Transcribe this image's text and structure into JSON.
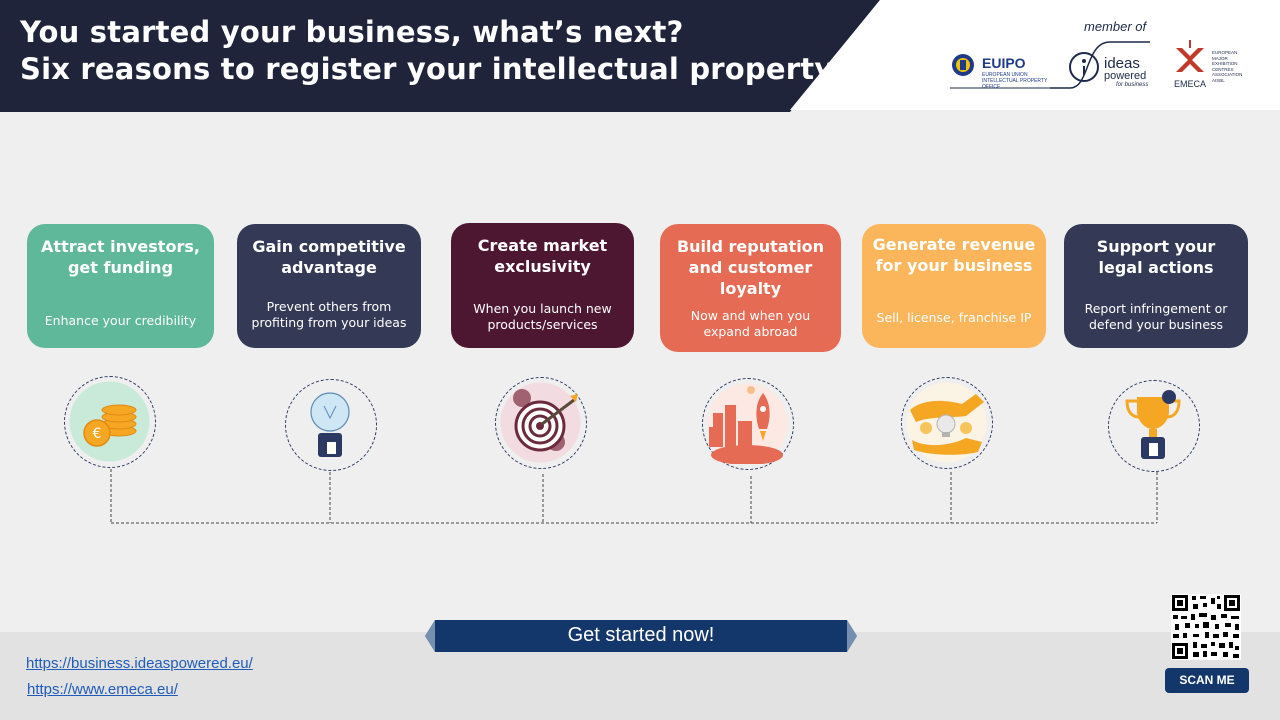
{
  "header": {
    "title_line1": "You started your business, what’s next?",
    "title_line2": "Six reasons to register your intellectual property",
    "bg_color": "#20243a"
  },
  "logos": {
    "member_of": "member of",
    "euipo": "EUIPO",
    "euipo_sub": "EUROPEAN UNION INTELLECTUAL PROPERTY OFFICE",
    "ideas": "ideas",
    "powered": "powered",
    "for_business": "for business",
    "emeca": "EMECA",
    "emeca_sub": "EUROPEAN MAJOR EXHIBITION CENTRES ASSOCIATION AISBL"
  },
  "cards": [
    {
      "title": "Attract investors, get funding",
      "desc": "Enhance your credibility",
      "color": "#5fb899",
      "icon": "euro-coins-icon"
    },
    {
      "title": "Gain competitive advantage",
      "desc": "Prevent others from profiting from your ideas",
      "color": "#343955",
      "icon": "lightbulb-icon"
    },
    {
      "title": "Create market exclusivity",
      "desc": "When you launch new products/services",
      "color": "#4e1731",
      "icon": "target-gears-icon"
    },
    {
      "title": "Build reputation and customer loyalty",
      "desc": "Now and when you expand abroad",
      "color": "#e56b54",
      "icon": "rocket-city-icon"
    },
    {
      "title": "Generate revenue for your business",
      "desc": "Sell,  license,  franchise  IP",
      "color": "#fbb55b",
      "icon": "hands-gears-icon"
    },
    {
      "title": "Support your legal actions",
      "desc": "Report infringement  or defend your business",
      "color": "#343955",
      "icon": "trophy-icon"
    }
  ],
  "footer": {
    "cta": "Get started now!",
    "cta_color": "#14376b",
    "link1": "https://business.ideaspowered.eu/",
    "link2": "https://www.emeca.eu/",
    "scan_me": "SCAN ME"
  }
}
